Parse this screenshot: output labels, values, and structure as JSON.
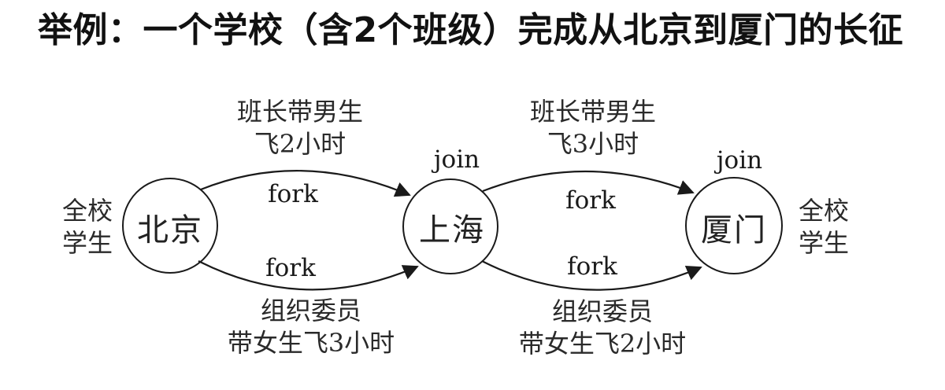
{
  "title": "举例：一个学校（含2个班级）完成从北京到厦门的长征",
  "diagram": {
    "side_labels": {
      "left": {
        "line1": "全校",
        "line2": "学生"
      },
      "right": {
        "line1": "全校",
        "line2": "学生"
      }
    },
    "nodes": [
      {
        "id": "beijing",
        "label": "北京"
      },
      {
        "id": "shanghai",
        "label": "上海"
      },
      {
        "id": "xiamen",
        "label": "厦门"
      }
    ],
    "segments": [
      {
        "top_caption_line1": "班长带男生",
        "top_caption_line2": "飞2小时",
        "bottom_caption_line1": "组织委员",
        "bottom_caption_line2": "带女生飞3小时",
        "top_edge_label": "fork",
        "bottom_edge_label": "fork",
        "join_label": "join"
      },
      {
        "top_caption_line1": "班长带男生",
        "top_caption_line2": "飞3小时",
        "bottom_caption_line1": "组织委员",
        "bottom_caption_line2": "带女生飞2小时",
        "top_edge_label": "fork",
        "bottom_edge_label": "fork",
        "join_label": "join"
      }
    ],
    "colors": {
      "ink": "#1a1a1a",
      "background": "#ffffff"
    }
  }
}
